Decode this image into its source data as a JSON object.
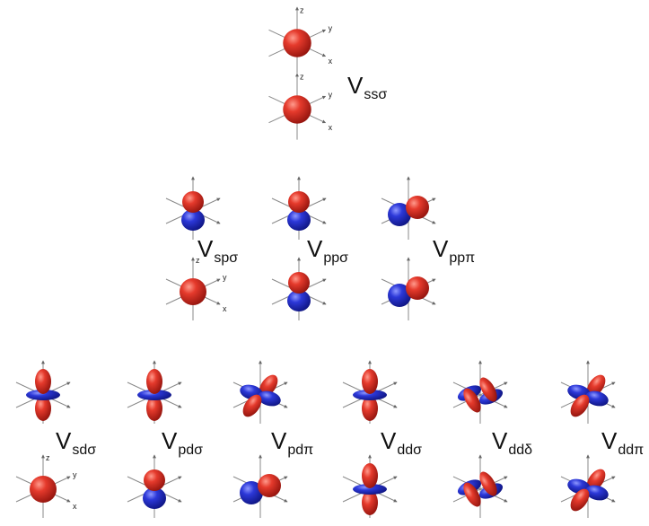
{
  "axis_letters": {
    "z": "z",
    "y": "y",
    "x": "x"
  },
  "colors": {
    "positive_lobe": "#d42a22",
    "negative_lobe": "#2430cc",
    "axis": "#888888",
    "text": "#111111"
  },
  "integrals": [
    {
      "id": "ss-sigma",
      "letter": "V",
      "sub": "ssσ",
      "top": "s",
      "bottom": "s"
    },
    {
      "id": "sp-sigma",
      "letter": "V",
      "sub": "spσ",
      "top": "pz",
      "bottom": "s"
    },
    {
      "id": "pp-sigma",
      "letter": "V",
      "sub": "ppσ",
      "top": "pz",
      "bottom": "pz"
    },
    {
      "id": "pp-pi",
      "letter": "V",
      "sub": "ppπ",
      "top": "px",
      "bottom": "px"
    },
    {
      "id": "sd-sigma",
      "letter": "V",
      "sub": "sdσ",
      "top": "dz2",
      "bottom": "s"
    },
    {
      "id": "pd-sigma",
      "letter": "V",
      "sub": "pdσ",
      "top": "dz2",
      "bottom": "pz"
    },
    {
      "id": "pd-pi",
      "letter": "V",
      "sub": "pdπ",
      "top": "dxz",
      "bottom": "px"
    },
    {
      "id": "dd-sigma",
      "letter": "V",
      "sub": "ddσ",
      "top": "dz2",
      "bottom": "dz2"
    },
    {
      "id": "dd-delta",
      "letter": "V",
      "sub": "ddδ",
      "top": "dxy",
      "bottom": "dxy"
    },
    {
      "id": "dd-pi",
      "letter": "V",
      "sub": "ddπ",
      "top": "dxz",
      "bottom": "dxz"
    }
  ]
}
